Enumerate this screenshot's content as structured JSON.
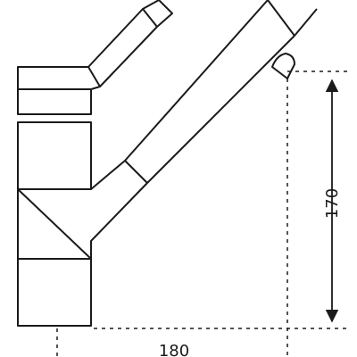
{
  "drawing": {
    "type": "technical-drawing",
    "subject": "faucet-side-view",
    "stroke_color": "#1a1a1a",
    "background": "#ffffff"
  },
  "dimensions": {
    "height_label": "170",
    "width_label": "180"
  }
}
